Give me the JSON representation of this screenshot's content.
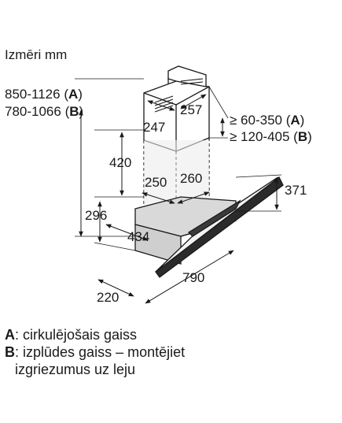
{
  "title": "Izmēri mm",
  "ranges": {
    "total_a": {
      "value": "850-1126",
      "key": "A"
    },
    "total_b": {
      "value": "780-1066",
      "key": "B"
    },
    "clear_a": {
      "value": "≥ 60-350",
      "key": "A"
    },
    "clear_b": {
      "value": "≥ 120-405",
      "key": "B"
    }
  },
  "dimensions": {
    "chimney_depth_top": "257",
    "chimney_width_top": "247",
    "chimney_height": "420",
    "chimney_width_bottom": "250",
    "chimney_depth_bottom": "260",
    "body_height": "296",
    "body_depth": "434",
    "glass_height": "371",
    "glass_width": "790",
    "glass_depth": "220"
  },
  "legend": [
    {
      "key": "A",
      "text": ": cirkulējošais gaiss"
    },
    {
      "key": "B",
      "text": ": izplūdes gaiss – montējiet\nizgriezumus uz leju"
    }
  ]
}
